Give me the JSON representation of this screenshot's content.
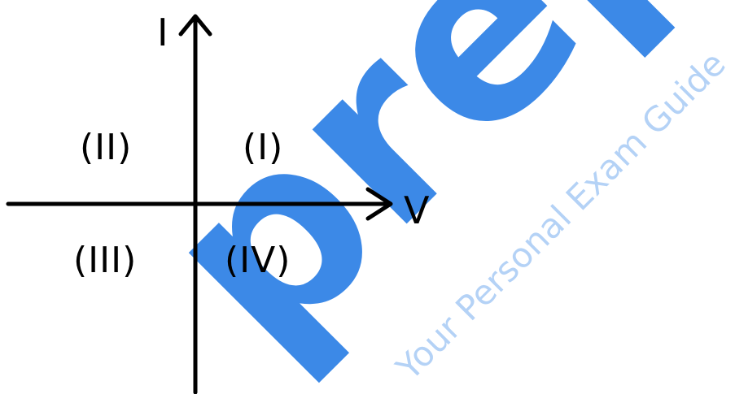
{
  "axes": {
    "y_label": "I",
    "x_label": "V"
  },
  "quadrants": {
    "q1": "(I)",
    "q2": "(II)",
    "q3": "(III)",
    "q4": "(IV)"
  },
  "watermark": {
    "brand": "prepp",
    "tagline": "Your Personal Exam Guide",
    "color": "#2c7fe6"
  }
}
